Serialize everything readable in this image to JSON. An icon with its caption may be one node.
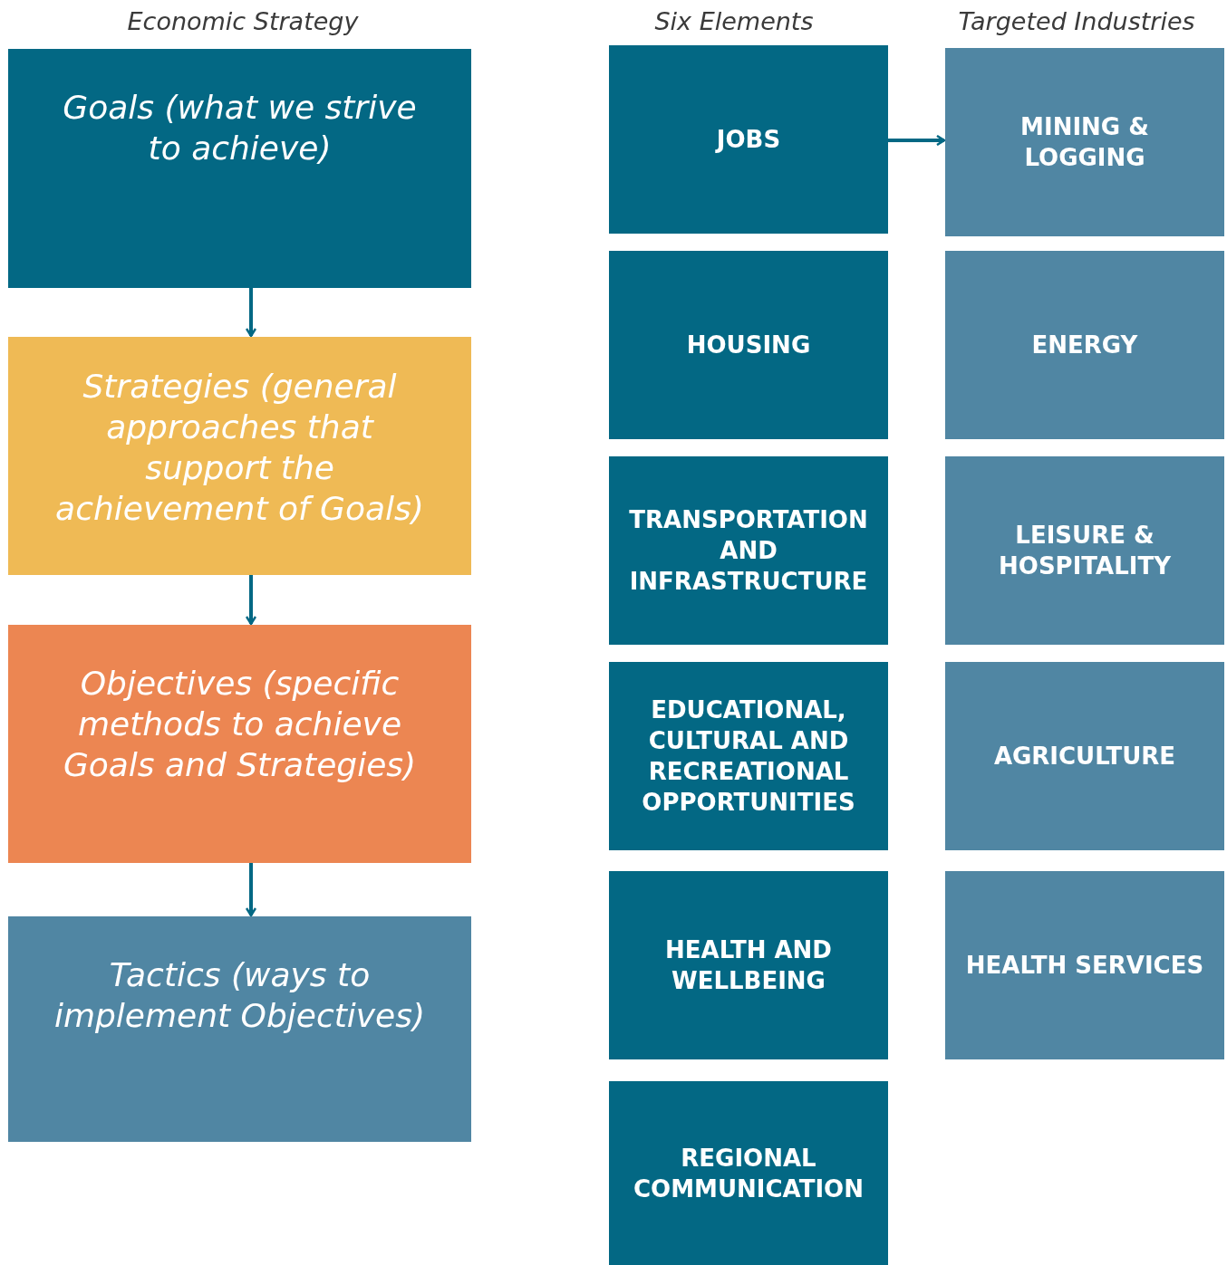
{
  "diagram": {
    "nodes": [
      {
        "text": [
          "Goals (what we strive to achieve)"
        ]
      },
      {
        "text": [
          "Strategies (general approaches that support the achievement of Goals)"
        ]
      },
      {
        "text": [
          "Objectives (specific methods to achieve Goals and Strategies)"
        ]
      },
      {
        "text": [
          "Tactics  (ways to implement Objectives)"
        ]
      },
      {
        "text": [
          "JOBS"
        ]
      },
      {
        "text": [
          "HOUSING"
        ]
      },
      {
        "text": [
          "TRANSPORTATION AND INFRASTRUCTURE"
        ]
      },
      {
        "text": [
          "EDUCATIONAL, CULTURAL AND RECREATIONAL OPPORTUNITIES"
        ]
      },
      {
        "text": [
          "HEALTH AND WELLBEING"
        ]
      },
      {
        "text": [
          "REGIONAL COMMUNICATION"
        ]
      },
      {
        "text": [
          "MINING & LOGGING"
        ]
      },
      {
        "text": [
          "ENERGY"
        ]
      },
      {
        "text": [
          "LEISURE & HOSPITALITY"
        ]
      },
      {
        "text": [
          "AGRICULTURE"
        ]
      },
      {
        "text": [
          "HEALTH SERVICES"
        ]
      }
    ],
    "edges": [
      {
        "from": 0,
        "to": 1,
        "arrow": "to"
      },
      {
        "from": 1,
        "to": 2,
        "arrow": "to"
      },
      {
        "from": 2,
        "to": 3,
        "arrow": "to"
      },
      {
        "from": 4,
        "to": 10,
        "arrow": "to"
      }
    ],
    "labels": [
      "Economic Strategy",
      "Six Elements",
      "Targeted Industries"
    ]
  }
}
